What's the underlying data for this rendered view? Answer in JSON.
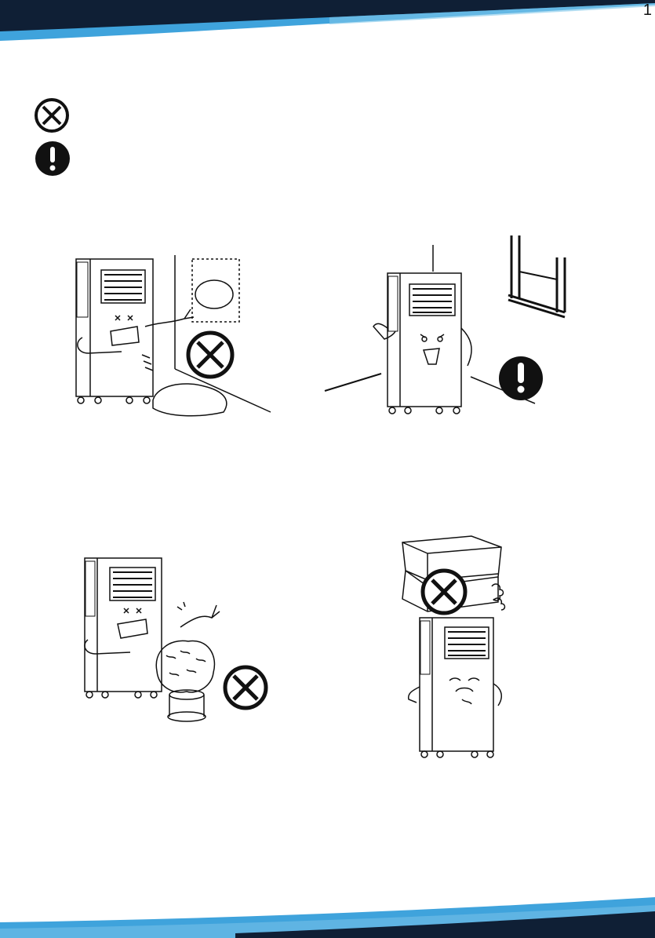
{
  "page": {
    "page_number": "1"
  },
  "legend": {
    "prohibited_icon": "prohibited-icon",
    "mandatory_icon": "mandatory-icon",
    "prohibited_text": "",
    "mandatory_text": ""
  },
  "colors": {
    "header_dark": "#0f1f35",
    "header_blue": "#3fa3dc",
    "header_light": "#7fc6ea",
    "ink": "#111111"
  },
  "illustrations": [
    {
      "name": "no-curtains-or-obstacles",
      "symbol": "prohibited"
    },
    {
      "name": "keep-clearance-from-walls",
      "symbol": "mandatory"
    },
    {
      "name": "no-plants-near-unit",
      "symbol": "prohibited"
    },
    {
      "name": "no-objects-on-top",
      "symbol": "prohibited"
    }
  ]
}
